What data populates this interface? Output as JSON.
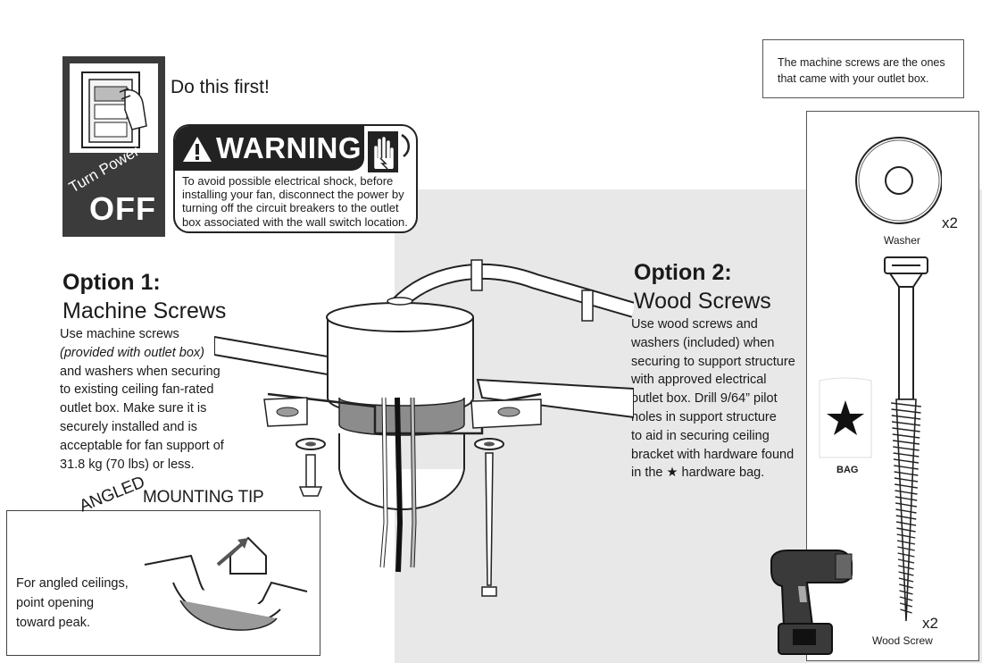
{
  "power_sign": {
    "turn_label": "Turn Power",
    "off_label": "OFF"
  },
  "do_first": "Do this first!",
  "warning": {
    "title": "WARNING",
    "lines": [
      "To avoid possible electrical shock, before",
      "installing your fan, disconnect the power by",
      "turning off the circuit breakers to the outlet",
      "box associated with the wall switch location."
    ]
  },
  "machine_screws_note": {
    "line1": "The machine screws are the ones",
    "line2": "that came with your outlet box."
  },
  "option1": {
    "heading": "Option 1:",
    "subheading": "Machine Screws",
    "lines": [
      "Use machine screws",
      "(provided with outlet box)",
      "and washers when securing",
      "to existing ceiling fan-rated",
      "outlet box. Make sure it is",
      "securely installed and is",
      "acceptable for fan support of",
      "31.8 kg (70 lbs) or less."
    ]
  },
  "option2": {
    "heading": "Option 2:",
    "subheading": "Wood Screws",
    "lines": [
      "Use wood screws and",
      "washers (included) when",
      "securing to support structure",
      "with approved electrical",
      "outlet box. Drill 9/64” pilot",
      "holes in support structure",
      "to aid in securing ceiling",
      "bracket with hardware found",
      "hardware bag."
    ],
    "last_line_prefix": "in the"
  },
  "hardware": {
    "washer_label": "Washer",
    "washer_qty": "x2",
    "bag_label": "BAG",
    "screw_label": "Wood Screw",
    "screw_qty": "x2"
  },
  "tip": {
    "angled": "ANGLED",
    "mounting_tip": "MOUNTING TIP",
    "lines": [
      "For angled ceilings,",
      "point opening",
      "toward peak."
    ]
  },
  "icons": [
    "light-switch-icon",
    "warning-triangle-icon",
    "hand-shock-icon",
    "star-icon",
    "house-arrow-icon",
    "drill-icon"
  ],
  "colors": {
    "panel_gray": "#e8e8e8",
    "sign_dark": "#3b3b3b",
    "outlet_box_band": "#8c8c8c"
  }
}
